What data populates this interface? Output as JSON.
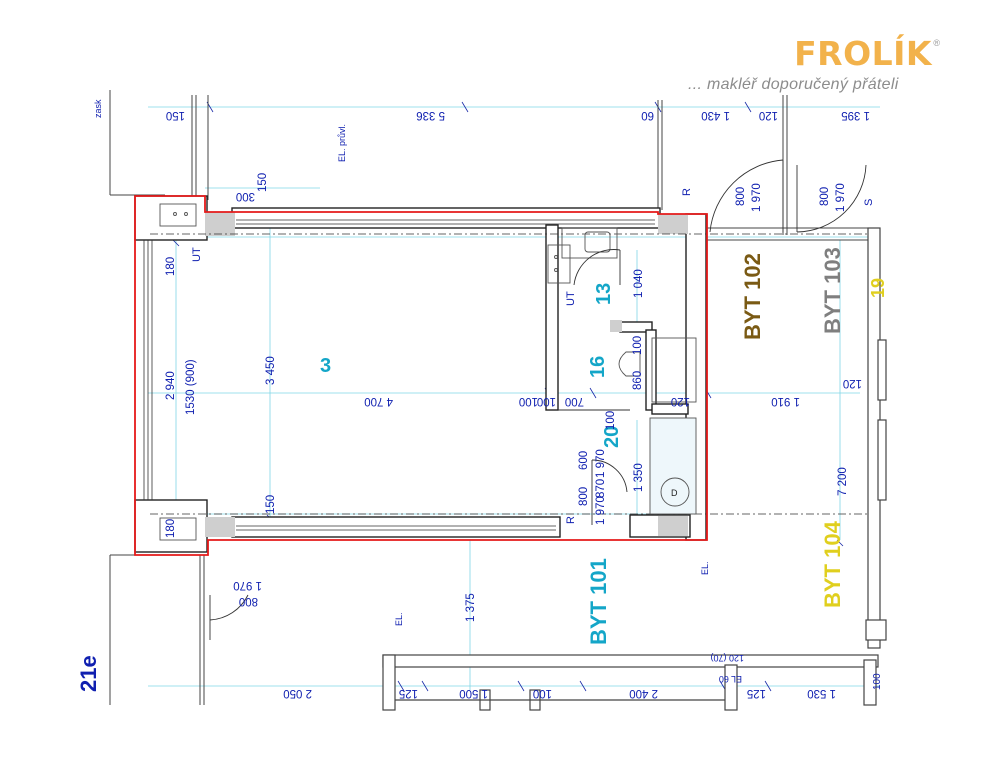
{
  "logo": {
    "brand": "FROLÍK",
    "registered": "®",
    "tagline": "... makléř doporučený přáteli"
  },
  "rooms": {
    "living": "3",
    "bath": "13",
    "wc": "16",
    "hall": "20"
  },
  "units": {
    "byt101": "BYT 101",
    "byt102": "BYT 102",
    "byt103": "BYT 103",
    "byt104": "BYT 104",
    "partial": "19"
  },
  "labels": {
    "zask": "zask",
    "el_pruvl": "EL. průvl.",
    "ut1": "UT",
    "ut2": "UT",
    "r1": "R",
    "r2": "R",
    "el1": "EL.",
    "el2": "EL.",
    "d": "D",
    "s": "S",
    "sheet": "21e"
  },
  "dims": {
    "top_150": "150",
    "top_5336": "5 336",
    "top_60": "60",
    "top_1430": "1 430",
    "top_120": "120",
    "top_1395": "1 395",
    "d300": "300",
    "d150a": "150",
    "d800a": "800",
    "d1970a": "1 970",
    "d800b": "800",
    "d1970b": "1 970",
    "d180a": "180",
    "d2940": "2 940",
    "d1530": "1530 (900)",
    "d3450": "3 450",
    "d4700": "4 700",
    "d100a": "100",
    "d100b": "100",
    "d700": "700",
    "d1040": "1 040",
    "d100c": "100",
    "d860": "860",
    "d120a": "120",
    "d1910": "1 910",
    "d120b": "120",
    "d100d": "100",
    "d600": "600",
    "d1970c": "1 970",
    "d7200": "7 200",
    "d1350": "1 350",
    "d800c": "800",
    "d1970d": "1 970",
    "d870": "870",
    "d150b": "150",
    "d180b": "180",
    "d1375": "1 375",
    "d1970e": "1 970",
    "d800d": "800",
    "b2050": "2 050",
    "b125a": "125",
    "b1500": "1 500",
    "b100": "100",
    "b2400": "2 400",
    "b125b": "125",
    "b1530": "1 530",
    "b100v": "100",
    "b60": "EL 60",
    "b120": "120 (70)"
  }
}
